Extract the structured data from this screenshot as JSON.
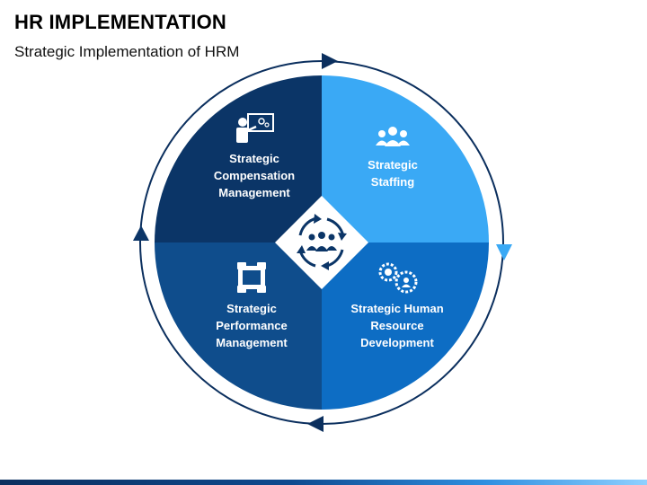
{
  "header": {
    "title": "HR IMPLEMENTATION",
    "subtitle": "Strategic Implementation of HRM"
  },
  "quadrants": [
    {
      "position": "top-left",
      "icon": "presentation-icon",
      "color": "#0b3567",
      "lines": [
        "Strategic",
        "Compensation",
        "Management"
      ]
    },
    {
      "position": "top-right",
      "icon": "team-icon",
      "color": "#3aa9f5",
      "lines": [
        "Strategic",
        "Staffing"
      ]
    },
    {
      "position": "bottom-right",
      "icon": "gears-person-icon",
      "color": "#0d6dc4",
      "lines": [
        "Strategic Human",
        "Resource",
        "Development"
      ]
    },
    {
      "position": "bottom-left",
      "icon": "handshake-loop-icon",
      "color": "#0f4d8c",
      "lines": [
        "Strategic",
        "Performance",
        "Management"
      ]
    }
  ],
  "center": {
    "icon": "team-cycle-icon"
  },
  "colors": {
    "ring": "#0b2f5e",
    "arrow": "#0b2f5e",
    "arrow_light": "#3aa9f5"
  }
}
